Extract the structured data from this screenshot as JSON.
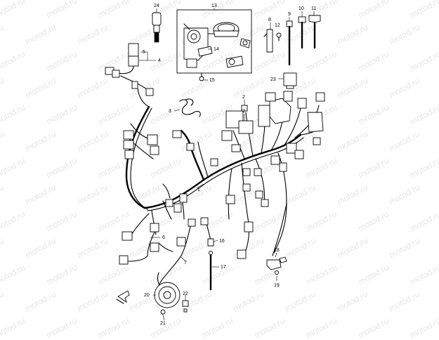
{
  "watermark": {
    "text": "motod.ru"
  },
  "callouts": {
    "c1": "1",
    "c2a": "2",
    "c2b": "2",
    "c3": "3",
    "c4": "4",
    "c5": "5",
    "c6": "6",
    "c7": "7",
    "c8": "8",
    "c9": "9",
    "c10": "10",
    "c11": "11",
    "c12": "12",
    "c13": "13",
    "c14": "14",
    "c15": "15",
    "c16": "16",
    "c17": "17",
    "c18": "18",
    "c19": "19",
    "c20": "20",
    "c21": "21",
    "c22": "22",
    "c23": "23",
    "c24": "24"
  },
  "colors": {
    "line": "#000000",
    "watermark": "#e6e6e6",
    "background": "#ffffff"
  }
}
